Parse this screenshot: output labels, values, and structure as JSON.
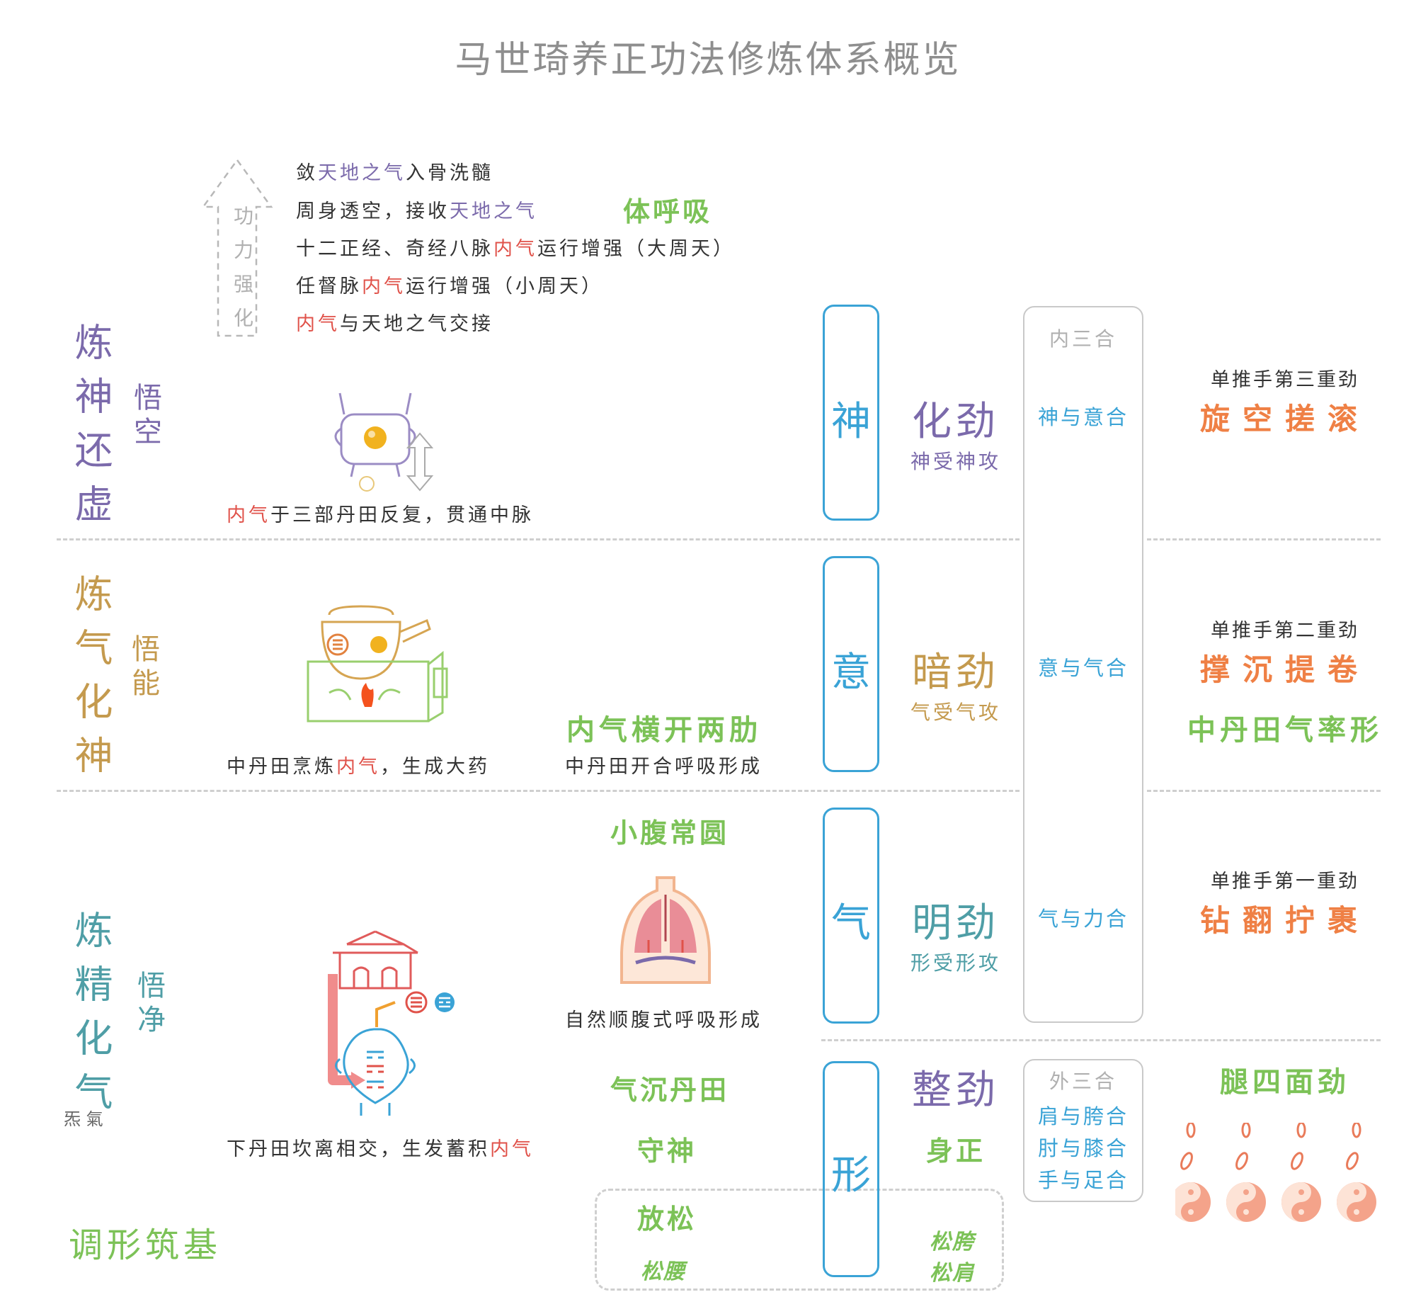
{
  "title": "马世琦养正功法修炼体系概览",
  "power_arrow": {
    "label": "功力强化"
  },
  "top_lines": [
    {
      "pre": "敛",
      "hl": "天地之气",
      "post": "入骨洗髓",
      "hl_color": "#7b6aab"
    },
    {
      "pre": "周身透空，接收",
      "hl": "天地之气",
      "post": "",
      "hl_color": "#7b6aab"
    },
    {
      "pre": "十二正经、奇经八脉",
      "hl": "内气",
      "post": "运行增强（大周天）",
      "hl_color": "#e0524a"
    },
    {
      "pre": "任督脉",
      "hl": "内气",
      "post": "运行增强（小周天）",
      "hl_color": "#e0524a"
    },
    {
      "pre": "",
      "hl": "内气",
      "post": "与天地之气交接",
      "hl_color": "#e0524a"
    }
  ],
  "body_breath": "体呼吸",
  "stages": [
    {
      "main": "炼神还虚",
      "sub": "悟空",
      "color": "#7b6aab",
      "caption_hl": "内气",
      "caption_post": "于三部丹田反复，贯通中脉"
    },
    {
      "main": "炼气化神",
      "sub": "悟能",
      "color": "#c49a4e",
      "caption_pre": "中丹田烹炼",
      "caption_hl": "内气",
      "caption_post": "，生成大药"
    },
    {
      "main": "炼精化气",
      "sub": "悟净",
      "color": "#4f9ea6",
      "note": "炁 氣",
      "caption_pre": "下丹田坎离相交，生发蓄积",
      "caption_hl": "内气",
      "caption_post": ""
    }
  ],
  "foundation": {
    "label": "调形筑基",
    "color": "#7cc257"
  },
  "breath": {
    "middle_title": "内气横开两肋",
    "middle_caption": "中丹田开合呼吸形成",
    "lower_title": "小腹常圆",
    "lower_caption": "自然顺腹式呼吸形成"
  },
  "basics": {
    "chen": "气沉丹田",
    "shou": "守神",
    "song": "放松",
    "song_yao": "松腰",
    "song_kua": "松胯",
    "song_jian": "松肩",
    "shen_zheng": "身正"
  },
  "columns": [
    {
      "char": "神",
      "jin": "化劲",
      "jin_sub": "神受神攻",
      "color": "#7b6aab"
    },
    {
      "char": "意",
      "jin": "暗劲",
      "jin_sub": "气受气攻",
      "color": "#c49a4e"
    },
    {
      "char": "气",
      "jin": "明劲",
      "jin_sub": "形受形攻",
      "color": "#4f9ea6"
    },
    {
      "char": "形",
      "jin": "整劲",
      "jin_sub": "",
      "color": "#7b6aab"
    }
  ],
  "inner_three": {
    "title": "内三合",
    "items": [
      "神与意合",
      "意与气合",
      "气与力合"
    ]
  },
  "outer_three": {
    "title": "外三合",
    "items": [
      "肩与胯合",
      "肘与膝合",
      "手与足合"
    ]
  },
  "tuishou": [
    {
      "label": "单推手第三重劲",
      "move": "旋空搓滚"
    },
    {
      "label": "单推手第二重劲",
      "move": "撑沉提卷",
      "extra": "中丹田气率形"
    },
    {
      "label": "单推手第一重劲",
      "move": "钻翻拧裹"
    }
  ],
  "legs": "腿四面劲",
  "colors": {
    "blue": "#3aa3d6",
    "green": "#7cc257",
    "orange": "#ef8045",
    "red": "#e0524a",
    "purple": "#7b6aab",
    "gold": "#c49a4e",
    "teal": "#4f9ea6"
  }
}
